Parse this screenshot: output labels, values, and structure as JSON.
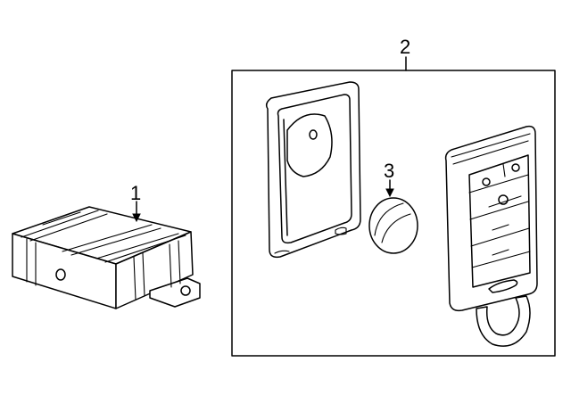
{
  "callouts": {
    "module": "1",
    "key_kit": "2",
    "battery": "3"
  }
}
